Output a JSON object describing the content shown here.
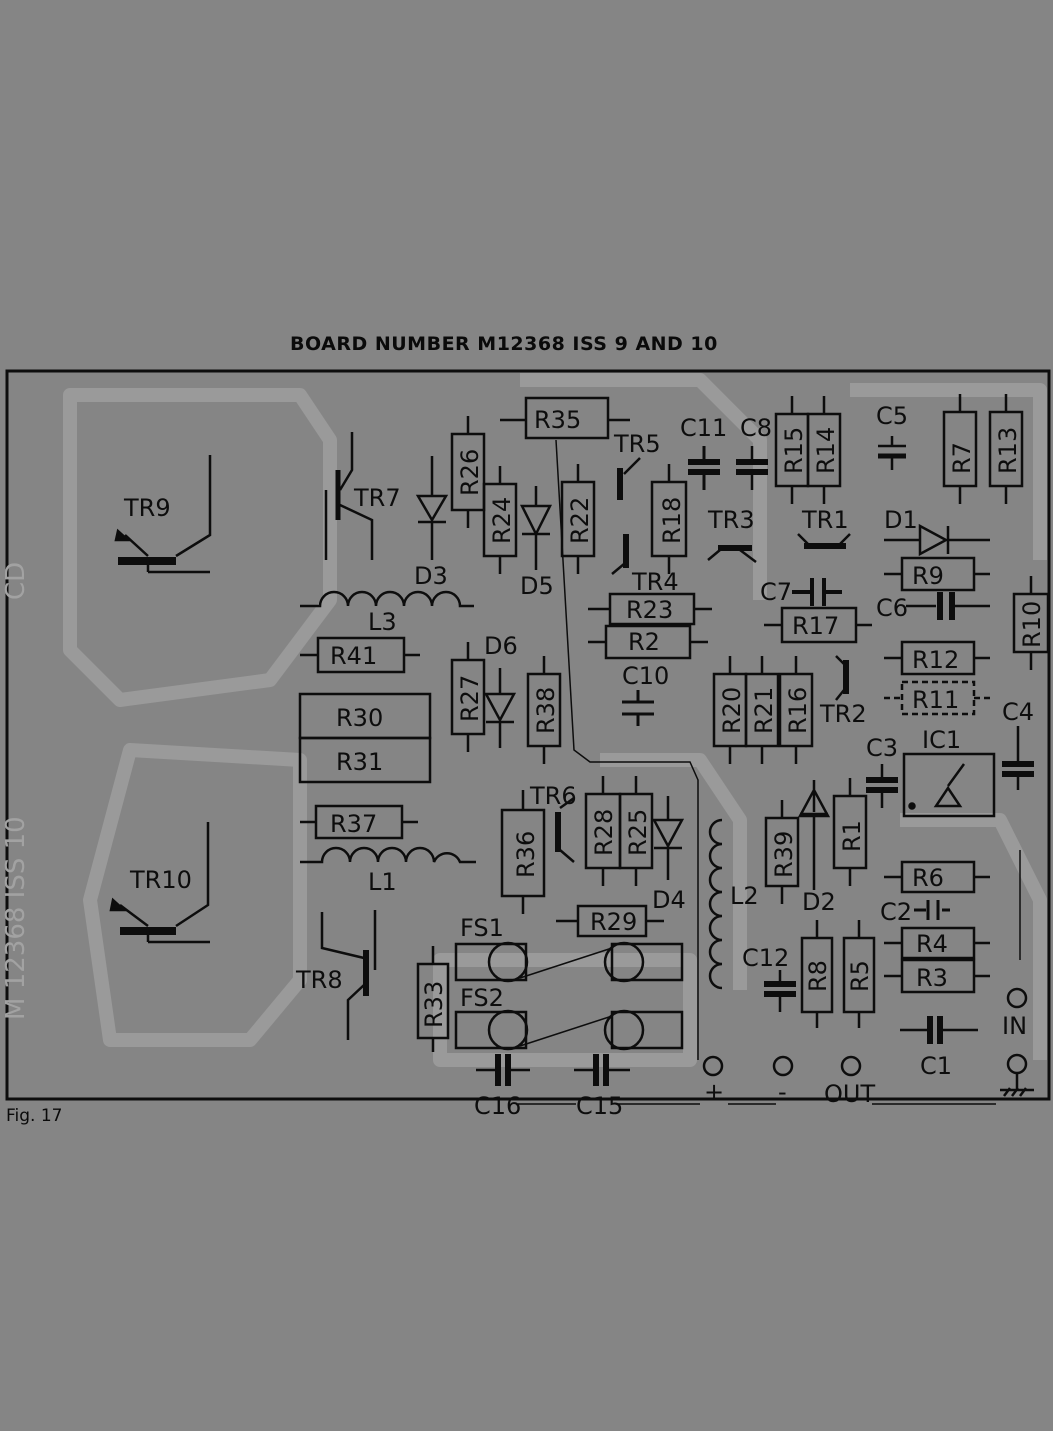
{
  "title": "BOARD NUMBER M12368 ISS 9 AND 10",
  "figure_label": "Fig. 17",
  "colors": {
    "background": "#858585",
    "ink": "#0d0d0d",
    "trace": "#9a9a9a"
  },
  "ghost_text": {
    "left_a": "M 12368 ISS 10",
    "left_b": "CD"
  },
  "labels": {
    "TR9": "TR9",
    "TR10": "TR10",
    "TR7": "TR7",
    "TR8": "TR8",
    "TR5": "TR5",
    "TR4": "TR4",
    "TR3": "TR3",
    "TR1": "TR1",
    "TR2": "TR2",
    "TR6": "TR6",
    "D3": "D3",
    "D5": "D5",
    "D6": "D6",
    "D4": "D4",
    "D1": "D1",
    "D2": "D2",
    "L3": "L3",
    "L1": "L1",
    "L2": "L2",
    "IC1": "IC1",
    "FS1": "FS1",
    "FS2": "FS2",
    "C11": "C11",
    "C8": "C8",
    "C5": "C5",
    "C7": "C7",
    "C6": "C6",
    "C10": "C10",
    "C3": "C3",
    "C4": "C4",
    "C12": "C12",
    "C2": "C2",
    "C1": "C1",
    "C16": "C16",
    "C15": "C15",
    "R35": "R35",
    "R26": "R26",
    "R24": "R24",
    "R22": "R22",
    "R18": "R18",
    "R15": "R15",
    "R14": "R14",
    "R7": "R7",
    "R13": "R13",
    "R9": "R9",
    "R17": "R17",
    "R23": "R23",
    "R2": "R2",
    "R41": "R41",
    "R27": "R27",
    "R38": "R38",
    "R30": "R30",
    "R31": "R31",
    "R20": "R20",
    "R21": "R21",
    "R16": "R16",
    "R12": "R12",
    "R11": "R11",
    "R10": "R10",
    "R37": "R37",
    "R36": "R36",
    "R28": "R28",
    "R25": "R25",
    "R39": "R39",
    "R1": "R1",
    "R6": "R6",
    "R4": "R4",
    "R3": "R3",
    "R29": "R29",
    "R33": "R33",
    "R8": "R8",
    "R5": "R5",
    "plus": "+",
    "minus": "-",
    "out": "OUT",
    "in": "IN"
  }
}
